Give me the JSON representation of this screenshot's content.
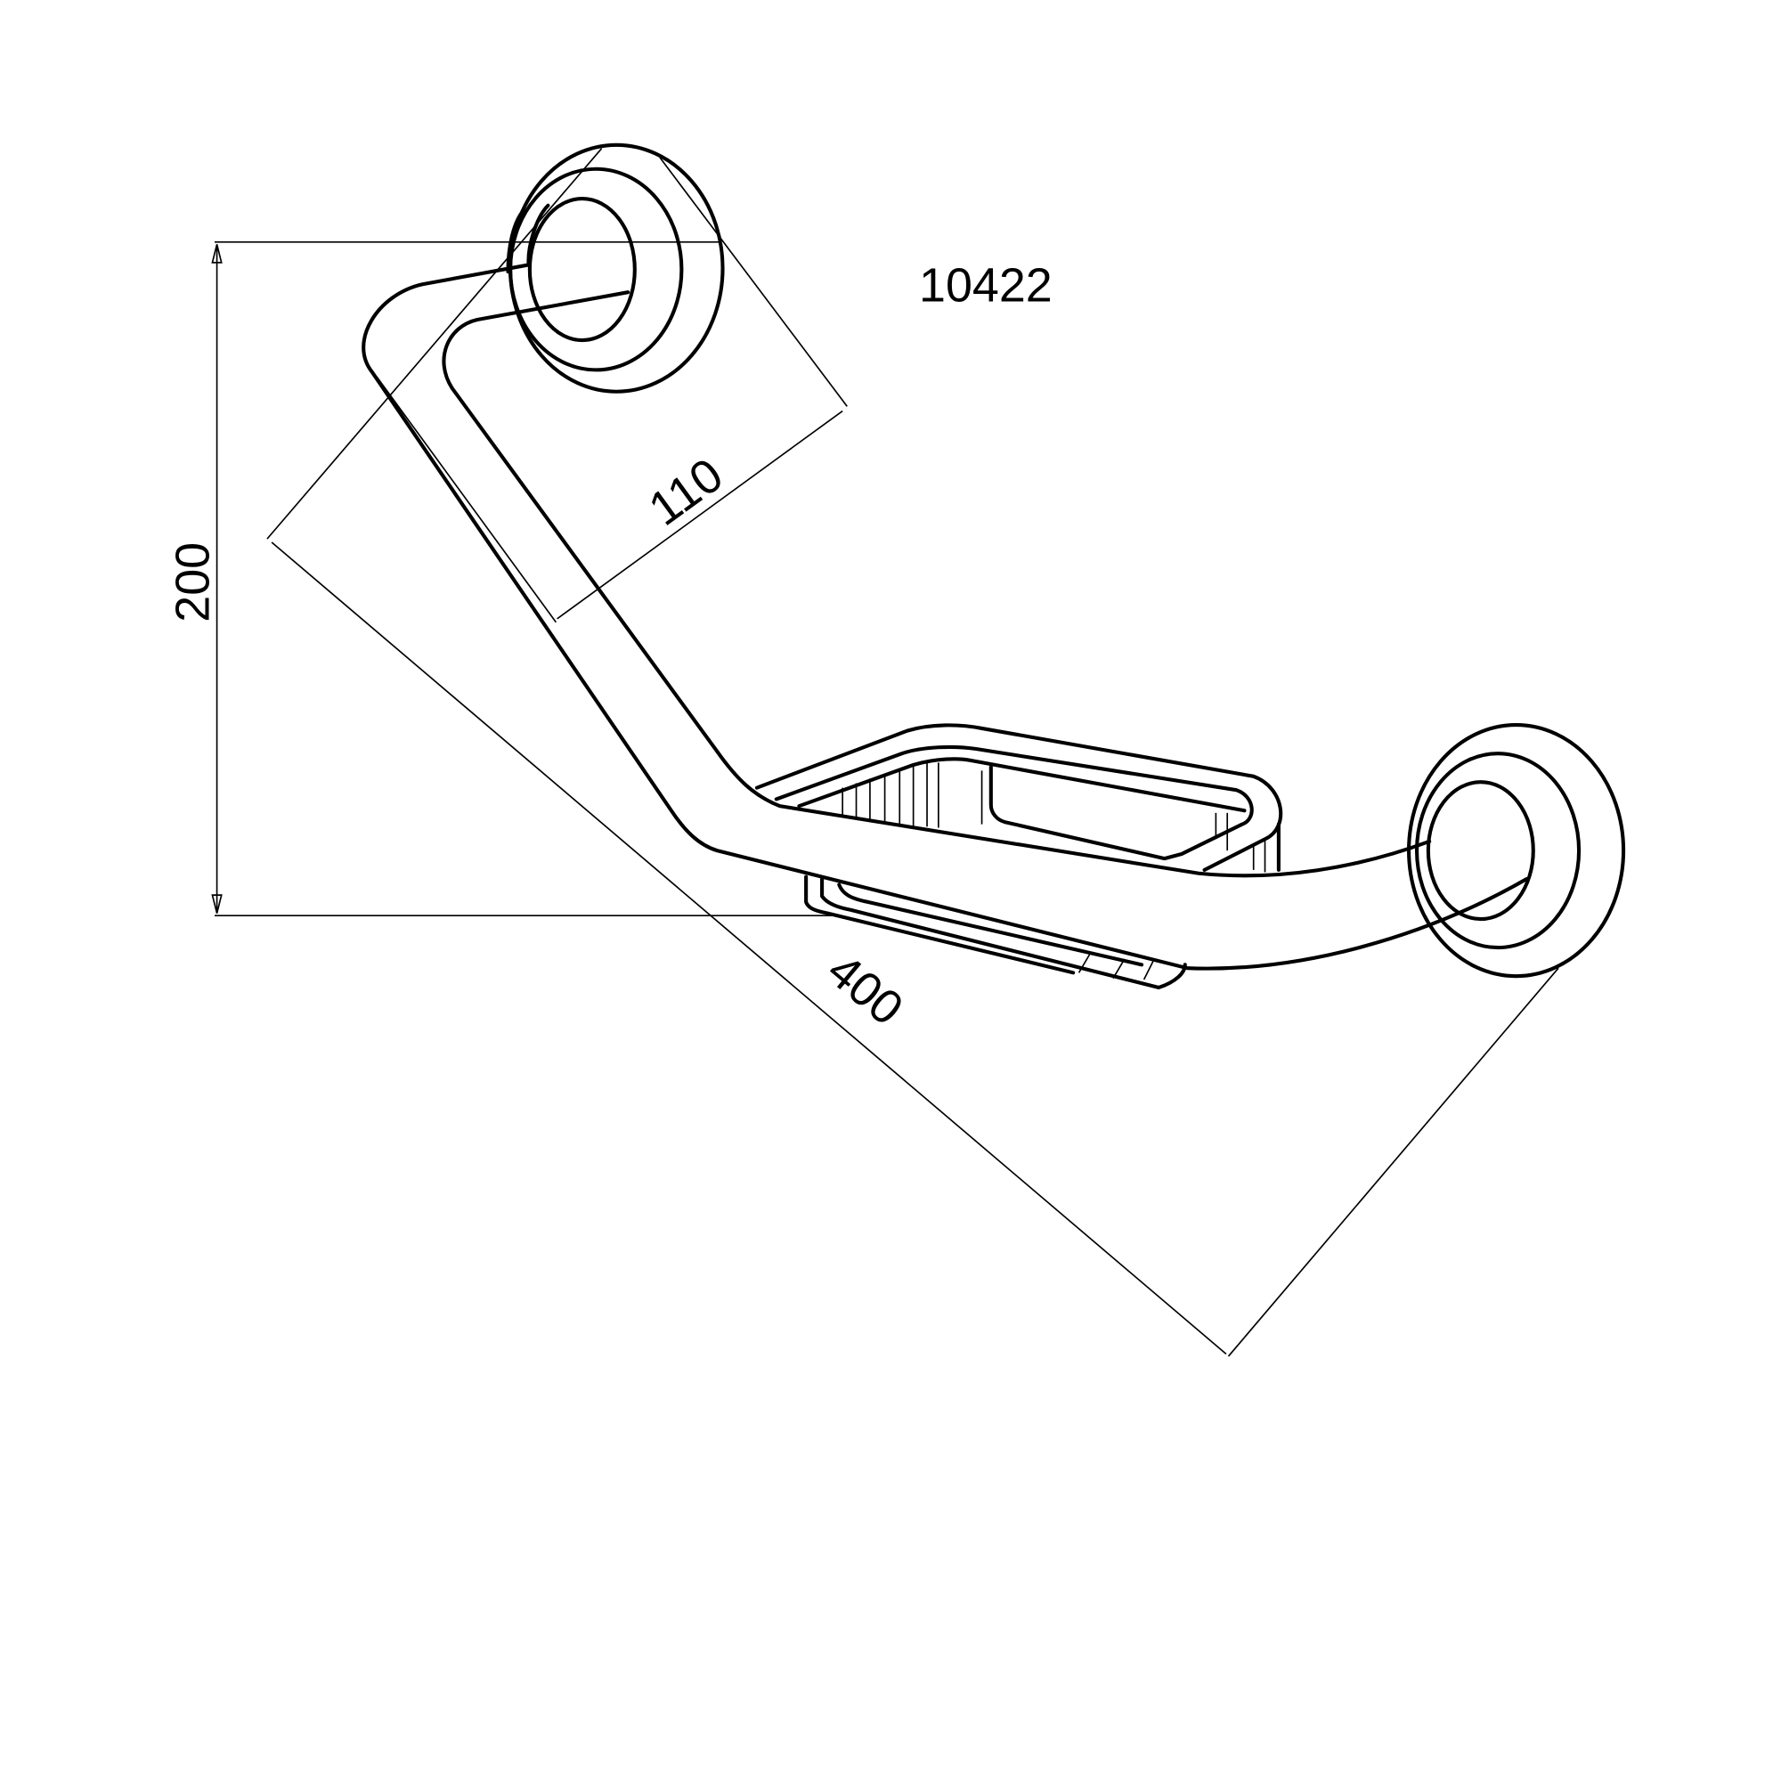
{
  "drawing": {
    "product_code": "10422",
    "dimensions": {
      "height": "200",
      "depth": "110",
      "length": "400"
    },
    "ink_color": "#000000",
    "background": "#ffffff"
  }
}
